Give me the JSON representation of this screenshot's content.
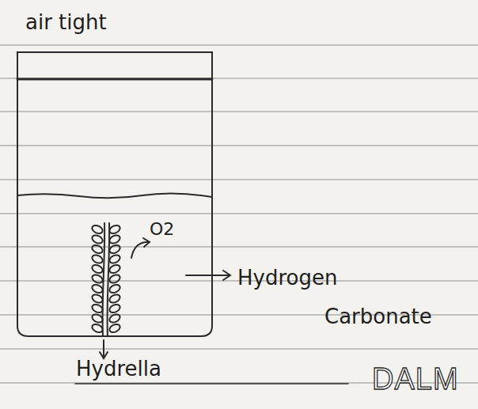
{
  "diagram": {
    "labels": [
      "air tight",
      "O2",
      "Hydrogen Carbonate",
      "Hydrella",
      "DALM"
    ]
  }
}
